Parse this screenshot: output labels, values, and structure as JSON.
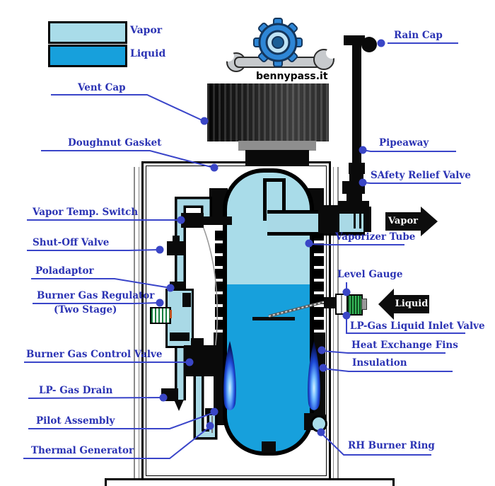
{
  "legend": {
    "vapor": {
      "label": "Vapor",
      "color": "#A9DCE9"
    },
    "liquid": {
      "label": "Liquid",
      "color": "#17A0DC"
    }
  },
  "logo": {
    "text": "bennypass.it"
  },
  "flow": {
    "vapor_out": "Vapor",
    "liquid_in": "Liquid"
  },
  "callouts": {
    "rain_cap": "Rain Cap",
    "vent_cap": "Vent Cap",
    "doughnut_gasket": "Doughnut Gasket",
    "pipeaway": "Pipeaway",
    "safety_relief_valve": "SAfety Relief Valve",
    "vapor_temp_switch": "Vapor Temp. Switch",
    "shut_off_valve": "Shut-Off Valve",
    "vaporizer_tube": "Vaporizer Tube",
    "poladaptor": "Poladaptor",
    "burner_gas_regulator": "Burner Gas Regulator",
    "burner_gas_regulator_sub": "(Two Stage)",
    "level_gauge": "Level Gauge",
    "lp_gas_liquid_inlet_valve": "LP-Gas Liquid Inlet Valve",
    "heat_exchange_fins": "Heat Exchange Fins",
    "insulation": "Insulation",
    "burner_gas_control_valve": "Burner Gas Control Valve",
    "lp_gas_drain": "LP- Gas Drain",
    "pilot_assembly": "Pilot Assembly",
    "thermal_generator": "Thermal Generator",
    "rh_burner_ring": "RH Burner Ring"
  },
  "colors": {
    "vapor_fill": "#A9DCE9",
    "liquid_fill": "#17A0DC",
    "label_text": "#2b33b4",
    "callout_line": "#3a45c9"
  }
}
